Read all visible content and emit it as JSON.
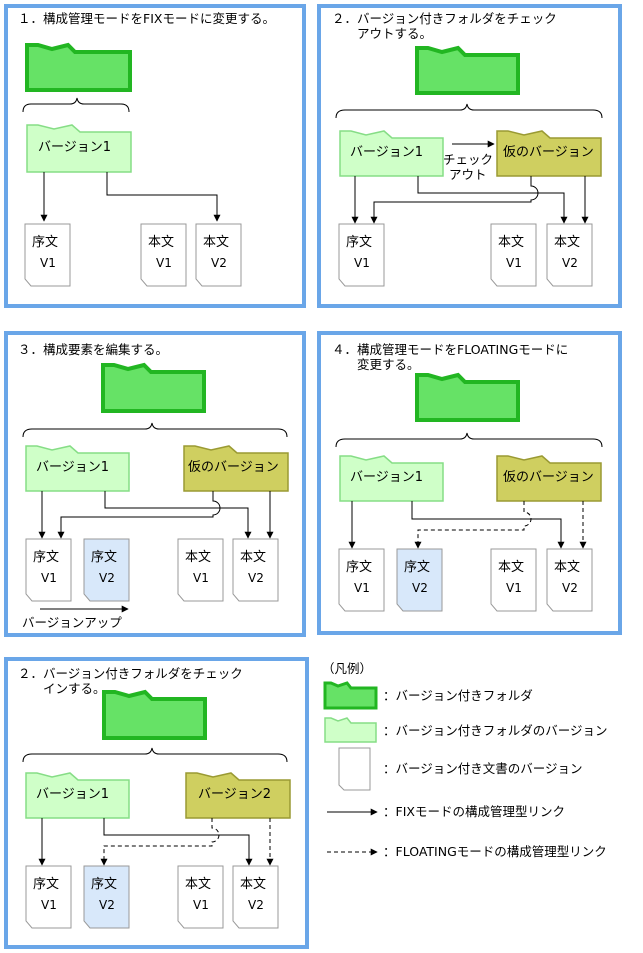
{
  "colors": {
    "panel_border": "#6aa6e8",
    "folder_fill": "#66e266",
    "folder_stroke": "#22b622",
    "version_fill": "#cfffc8",
    "version_stroke": "#86dd86",
    "temp_fill": "#cfcf60",
    "temp_stroke": "#9a9a33",
    "doc_fill": "#ffffff",
    "doc_new_fill": "#d8e8fa",
    "doc_stroke": "#999999"
  },
  "panels": {
    "p1": {
      "title": "１．構成管理モードをFIXモードに変更する。"
    },
    "p2": {
      "title": "２．バージョン付きフォルダをチェック\n　　アウトする。"
    },
    "p3": {
      "title": "３．構成要素を編集する。"
    },
    "p4": {
      "title": "４．構成管理モードをFLOATINGモードに\n　　変更する。"
    },
    "p5": {
      "title": "２．バージョン付きフォルダをチェック\n　　インする。"
    }
  },
  "labels": {
    "version1": "バージョン1",
    "version2": "バージョン2",
    "temp_version": "仮のバージョン",
    "checkout_line1": "チェック",
    "checkout_line2": "アウト",
    "version_up": "バージョンアップ"
  },
  "docs": {
    "jobun": "序文",
    "honbun": "本文",
    "v1": "V1",
    "v2": "V2"
  },
  "legend": {
    "title": "（凡例）",
    "folder": "：バージョン付きフォルダ",
    "folder_version": "：バージョン付きフォルダのバージョン",
    "doc_version": "：バージョン付き文書のバージョン",
    "fix_link": "：FIXモードの構成管理型リンク",
    "floating_link": "：FLOATINGモードの構成管理型リンク"
  }
}
